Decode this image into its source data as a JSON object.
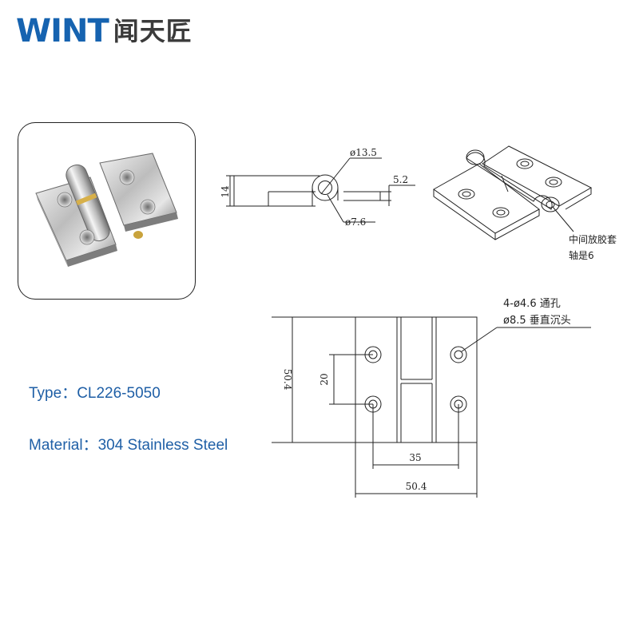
{
  "logo": {
    "brand": "WINT",
    "brand_cn": "闻天匠"
  },
  "specs": {
    "type_label": "Type：CL226-5050",
    "material_label": "Material：304 Stainless Steel"
  },
  "side_view": {
    "dim_outer_dia": "ø13.5",
    "dim_height": "14",
    "dim_thickness": "5.2",
    "dim_inner_dia": "ø7.6"
  },
  "iso_view": {
    "note_line1": "中间放胶套",
    "note_line2": "轴是6"
  },
  "front_view": {
    "hole_note_line1": "4-ø4.6 通孔",
    "hole_note_line2": "ø8.5 垂直沉头",
    "dim_height": "50.4",
    "dim_hole_spacing_v": "20",
    "dim_hole_spacing_h": "35",
    "dim_width": "50.4"
  },
  "colors": {
    "brand_blue": "#1663b0",
    "text_blue": "#1f5fa6",
    "line": "#222222"
  }
}
